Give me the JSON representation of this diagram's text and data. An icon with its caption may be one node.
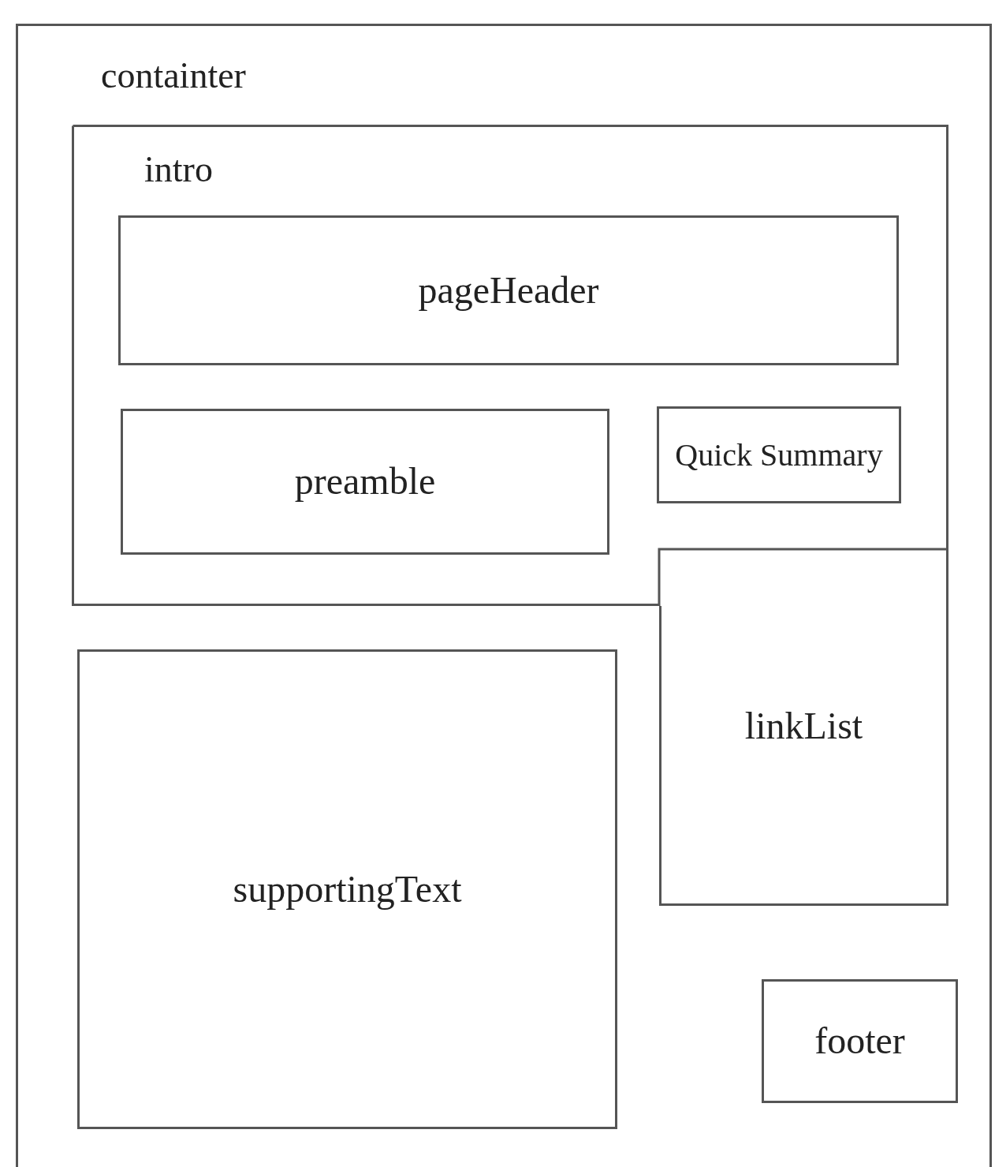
{
  "diagram": {
    "nodes": [
      {
        "text": [
          "containter"
        ]
      },
      {
        "text": [
          "intro"
        ],
        "in": 0
      },
      {
        "text": [
          "pageHeader"
        ],
        "in": 1
      },
      {
        "text": [
          "preamble"
        ],
        "in": 1
      },
      {
        "text": [
          "Quick Summary"
        ],
        "in": 1
      },
      {
        "text": [
          "linkList"
        ],
        "in": 0
      },
      {
        "text": [
          "supportingText"
        ],
        "in": 0
      },
      {
        "text": [
          "footer"
        ],
        "in": 0
      }
    ],
    "edges": []
  }
}
